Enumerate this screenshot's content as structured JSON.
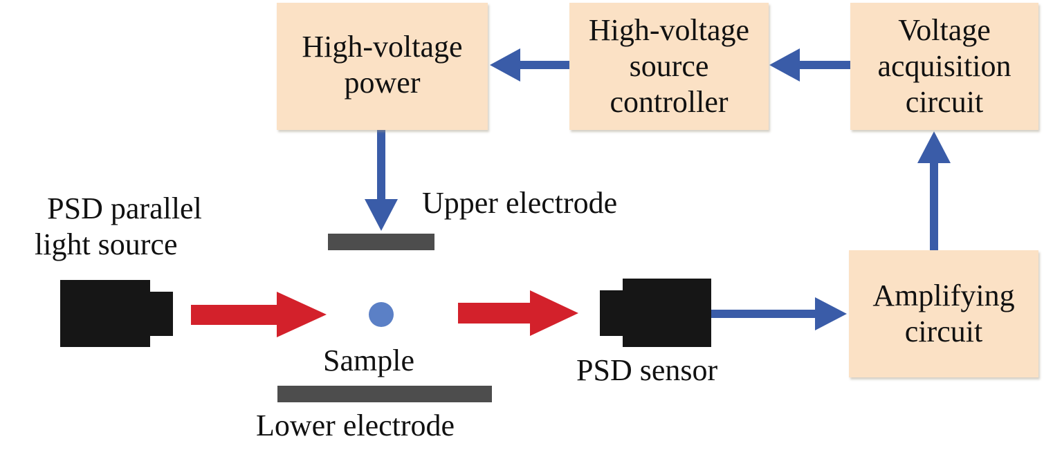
{
  "boxes": {
    "high_voltage_power": {
      "line1": "High-voltage",
      "line2": "power"
    },
    "source_controller": {
      "line1": "High-voltage",
      "line2": "source",
      "line3": "controller"
    },
    "voltage_acquisition": {
      "line1": "Voltage",
      "line2": "acquisition",
      "line3": "circuit"
    },
    "amplifying": {
      "line1": "Amplifying",
      "line2": "circuit"
    }
  },
  "labels": {
    "light_source_line1": "PSD parallel",
    "light_source_line2": "light source",
    "upper_electrode": "Upper electrode",
    "lower_electrode": "Lower electrode",
    "sample": "Sample",
    "psd_sensor": "PSD sensor"
  },
  "colors": {
    "box_fill": "#fbe1c5",
    "signal_arrow": "#3a5ca8",
    "light_arrow": "#d3212b",
    "electrode": "#4d4d4d",
    "device": "#161616",
    "sample": "#5b80c6"
  }
}
